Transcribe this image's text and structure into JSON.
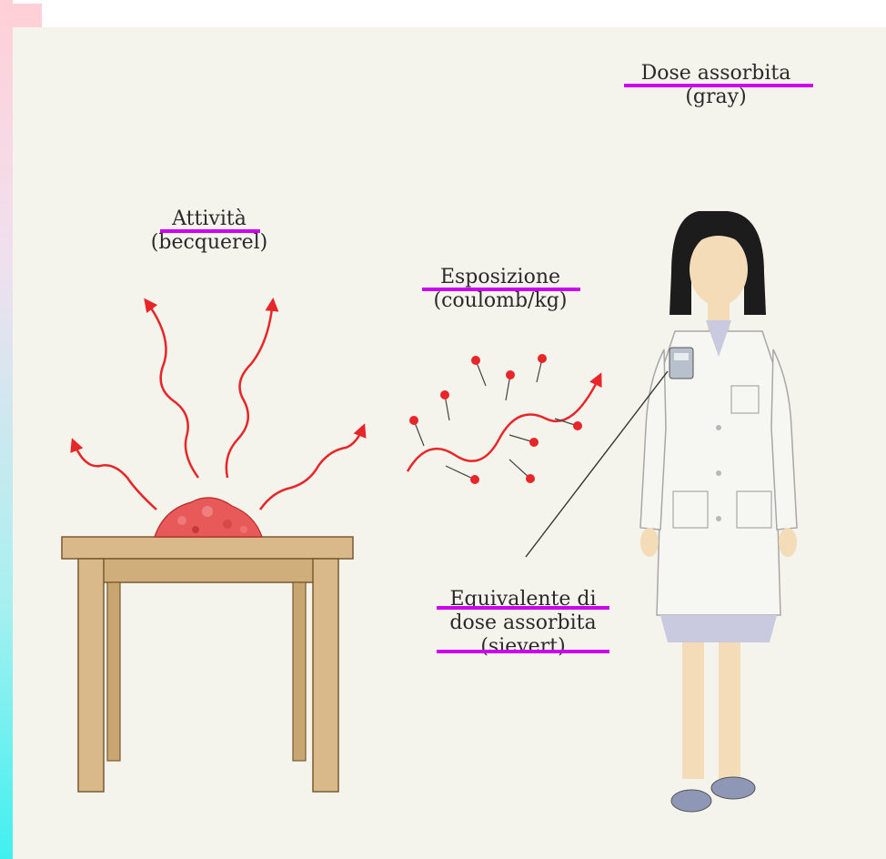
{
  "labels": {
    "activity": {
      "name": "Attività",
      "unit": "(becquerel)"
    },
    "exposure": {
      "name": "Esposizione",
      "unit": "(coulomb/kg)"
    },
    "absorbed_dose": {
      "name": "Dose assorbita",
      "unit": "(gray)"
    },
    "dose_equivalent": {
      "line1": "Equivalente di",
      "line2": "dose assorbita",
      "unit": "(sievert)"
    }
  },
  "colors": {
    "highlight": "#cc00ee",
    "radiation": "#e8262a",
    "table": "#d9b98a",
    "coat": "#f6f6f2",
    "skirt": "#c9c9e0"
  }
}
